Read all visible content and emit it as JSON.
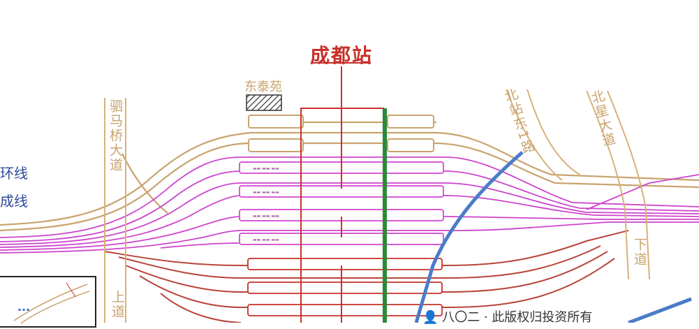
{
  "title": "成都站",
  "labels": {
    "dongtaiyuan": "东泰苑",
    "simahe": "驷马桥大道",
    "shangdao": "上道",
    "beizhandong": "北站东1路",
    "beixing": "北星大道",
    "xiadao": "下道",
    "line_huanxian": "环线",
    "line_chengxian": "成线",
    "watermark": "👤 八〇二 · 此版权归投资所有"
  },
  "colors": {
    "station_outline": "#c8302a",
    "platform_outline": "#c9a36e",
    "platform_magenta": "#d55bd7",
    "tracks_gold": "#c9a36e",
    "tracks_magenta": "#cc44cc",
    "tracks_red": "#b8453a",
    "metro_blue": "#4a7cc8",
    "green_bar": "#2a8a3a",
    "line_text": "#2e4b9a"
  }
}
